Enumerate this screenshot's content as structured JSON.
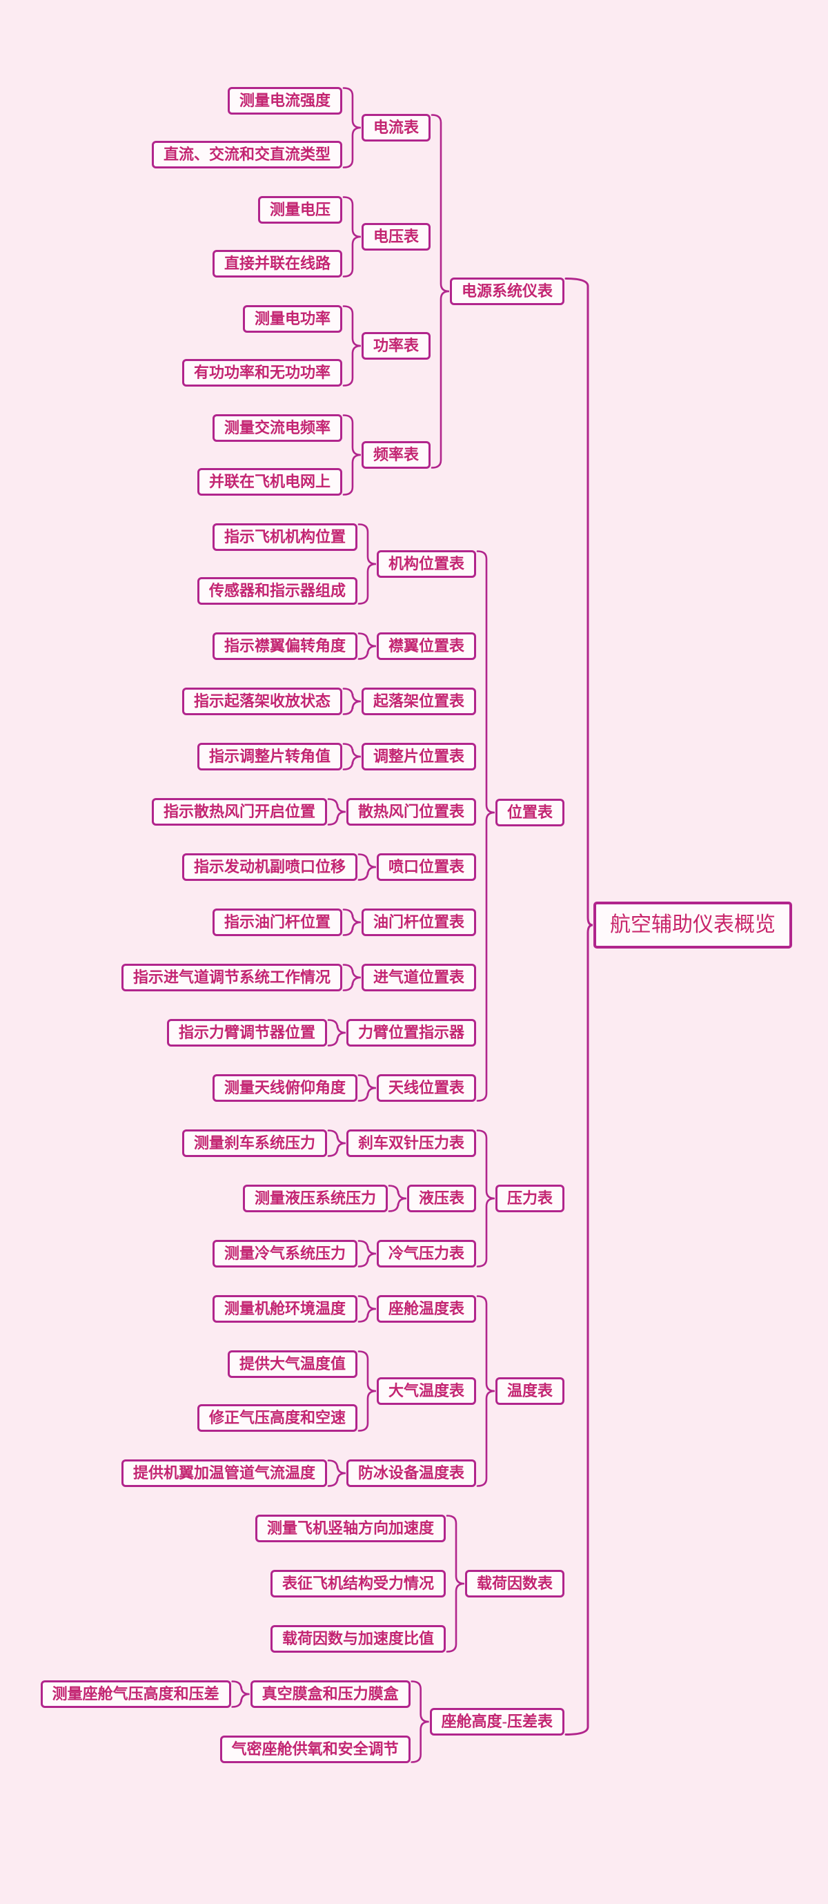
{
  "colors": {
    "background": "#fcebf2",
    "box_fill": "#fffafc",
    "line": "#b1258c",
    "text": "#c32572",
    "root_text": "#c8246a"
  },
  "root": {
    "name": "aviation-auxiliary-instruments-overview",
    "label": "航空辅助仪表概览",
    "children": [
      {
        "name": "power-system-instruments",
        "label": "电源系统仪表",
        "children": [
          {
            "name": "ammeter",
            "label": "电流表",
            "children": [
              {
                "name": "measure-current-intensity",
                "label": "测量电流强度"
              },
              {
                "name": "dc-ac-types",
                "label": "直流、交流和交直流类型"
              }
            ]
          },
          {
            "name": "voltmeter",
            "label": "电压表",
            "children": [
              {
                "name": "measure-voltage",
                "label": "测量电压"
              },
              {
                "name": "direct-parallel-in-circuit",
                "label": "直接并联在线路"
              }
            ]
          },
          {
            "name": "power-meter",
            "label": "功率表",
            "children": [
              {
                "name": "measure-electric-power",
                "label": "测量电功率"
              },
              {
                "name": "active-and-reactive-power",
                "label": "有功功率和无功功率"
              }
            ]
          },
          {
            "name": "frequency-meter",
            "label": "频率表",
            "children": [
              {
                "name": "measure-ac-frequency",
                "label": "测量交流电频率"
              },
              {
                "name": "parallel-on-aircraft-grid",
                "label": "并联在飞机电网上"
              }
            ]
          }
        ]
      },
      {
        "name": "position-indicators",
        "label": "位置表",
        "children": [
          {
            "name": "mechanism-position-indicator",
            "label": "机构位置表",
            "children": [
              {
                "name": "indicate-aircraft-mechanism-position",
                "label": "指示飞机机构位置"
              },
              {
                "name": "sensor-and-indicator-composition",
                "label": "传感器和指示器组成"
              }
            ]
          },
          {
            "name": "flap-position-indicator",
            "label": "襟翼位置表",
            "children": [
              {
                "name": "indicate-flap-deflection-angle",
                "label": "指示襟翼偏转角度"
              }
            ]
          },
          {
            "name": "landing-gear-position-indicator",
            "label": "起落架位置表",
            "children": [
              {
                "name": "indicate-gear-retract-status",
                "label": "指示起落架收放状态"
              }
            ]
          },
          {
            "name": "trim-tab-position-indicator",
            "label": "调整片位置表",
            "children": [
              {
                "name": "indicate-trim-tab-angle",
                "label": "指示调整片转角值"
              }
            ]
          },
          {
            "name": "cooling-shutter-position-indicator",
            "label": "散热风门位置表",
            "children": [
              {
                "name": "indicate-shutter-opening-position",
                "label": "指示散热风门开启位置"
              }
            ]
          },
          {
            "name": "nozzle-position-indicator",
            "label": "喷口位置表",
            "children": [
              {
                "name": "indicate-engine-aux-nozzle-displacement",
                "label": "指示发动机副喷口位移"
              }
            ]
          },
          {
            "name": "throttle-lever-position-indicator",
            "label": "油门杆位置表",
            "children": [
              {
                "name": "indicate-throttle-lever-position",
                "label": "指示油门杆位置"
              }
            ]
          },
          {
            "name": "air-inlet-position-indicator",
            "label": "进气道位置表",
            "children": [
              {
                "name": "indicate-inlet-regulation-system-status",
                "label": "指示进气道调节系统工作情况"
              }
            ]
          },
          {
            "name": "arm-position-indicator",
            "label": "力臂位置指示器",
            "children": [
              {
                "name": "indicate-arm-regulator-position",
                "label": "指示力臂调节器位置"
              }
            ]
          },
          {
            "name": "antenna-position-indicator",
            "label": "天线位置表",
            "children": [
              {
                "name": "measure-antenna-pitch-angle",
                "label": "测量天线俯仰角度"
              }
            ]
          }
        ]
      },
      {
        "name": "pressure-gauges",
        "label": "压力表",
        "children": [
          {
            "name": "brake-dual-needle-pressure-gauge",
            "label": "刹车双针压力表",
            "children": [
              {
                "name": "measure-brake-system-pressure",
                "label": "测量刹车系统压力"
              }
            ]
          },
          {
            "name": "hydraulic-gauge",
            "label": "液压表",
            "children": [
              {
                "name": "measure-hydraulic-system-pressure",
                "label": "测量液压系统压力"
              }
            ]
          },
          {
            "name": "pneumatic-pressure-gauge",
            "label": "冷气压力表",
            "children": [
              {
                "name": "measure-pneumatic-system-pressure",
                "label": "测量冷气系统压力"
              }
            ]
          }
        ]
      },
      {
        "name": "temperature-gauges",
        "label": "温度表",
        "children": [
          {
            "name": "cabin-temperature-gauge",
            "label": "座舱温度表",
            "children": [
              {
                "name": "measure-cabin-environment-temperature",
                "label": "测量机舱环境温度"
              }
            ]
          },
          {
            "name": "air-temperature-gauge",
            "label": "大气温度表",
            "children": [
              {
                "name": "provide-air-temperature-value",
                "label": "提供大气温度值"
              },
              {
                "name": "correct-pressure-altitude-and-airspeed",
                "label": "修正气压高度和空速"
              }
            ]
          },
          {
            "name": "anti-ice-equipment-temperature-gauge",
            "label": "防冰设备温度表",
            "children": [
              {
                "name": "provide-wing-heating-duct-airflow-temperature",
                "label": "提供机翼加温管道气流温度"
              }
            ]
          }
        ]
      },
      {
        "name": "load-factor-meter",
        "label": "载荷因数表",
        "children": [
          {
            "name": "measure-vertical-axis-acceleration",
            "label": "测量飞机竖轴方向加速度"
          },
          {
            "name": "characterize-structural-load",
            "label": "表征飞机结构受力情况"
          },
          {
            "name": "load-factor-acceleration-ratio",
            "label": "载荷因数与加速度比值"
          }
        ]
      },
      {
        "name": "cabin-altitude-differential-pressure-gauge",
        "label": "座舱高度-压差表",
        "children": [
          {
            "name": "vacuum-and-pressure-capsules",
            "label": "真空膜盒和压力膜盒",
            "children": [
              {
                "name": "measure-cabin-pressure-altitude-and-differential",
                "label": "测量座舱气压高度和压差"
              }
            ]
          },
          {
            "name": "pressurized-cabin-oxygen-and-safety-regulation",
            "label": "气密座舱供氧和安全调节"
          }
        ]
      }
    ]
  }
}
